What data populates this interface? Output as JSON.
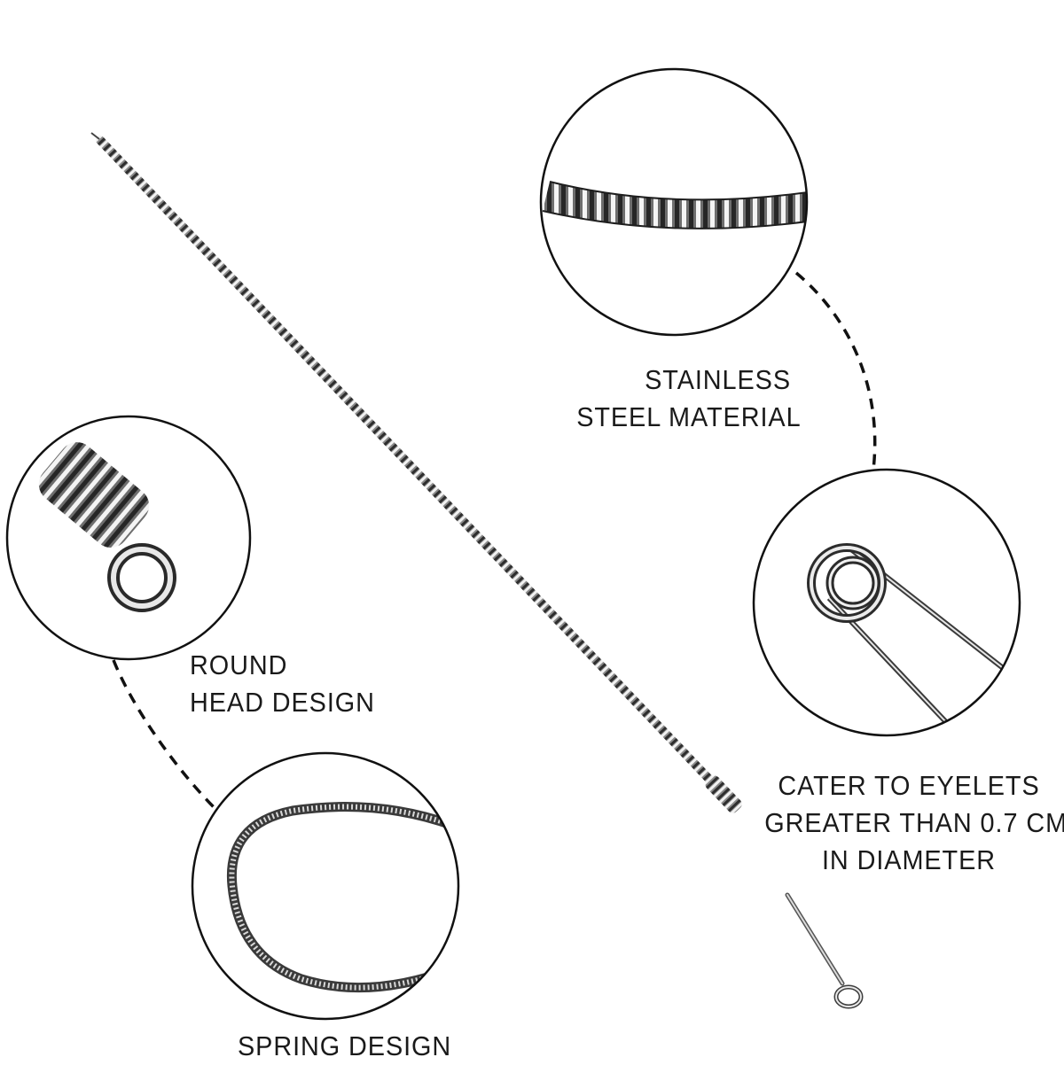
{
  "callouts": {
    "stainless": {
      "line1": "STAINLESS",
      "line2": "STEEL MATERIAL"
    },
    "round_head": {
      "line1": "ROUND",
      "line2": "HEAD DESIGN"
    },
    "eyelets": {
      "line1": "CATER TO EYELETS",
      "line2": "GREATER THAN 0.7 CM",
      "line3": "IN DIAMETER"
    },
    "spring": {
      "line1": "SPRING DESIGN"
    }
  },
  "colors": {
    "background": "#ffffff",
    "text": "#1a1a1a",
    "circle_outline": "#111111",
    "steel_dark": "#3a3a3a",
    "steel_light": "#e6e6e6"
  }
}
